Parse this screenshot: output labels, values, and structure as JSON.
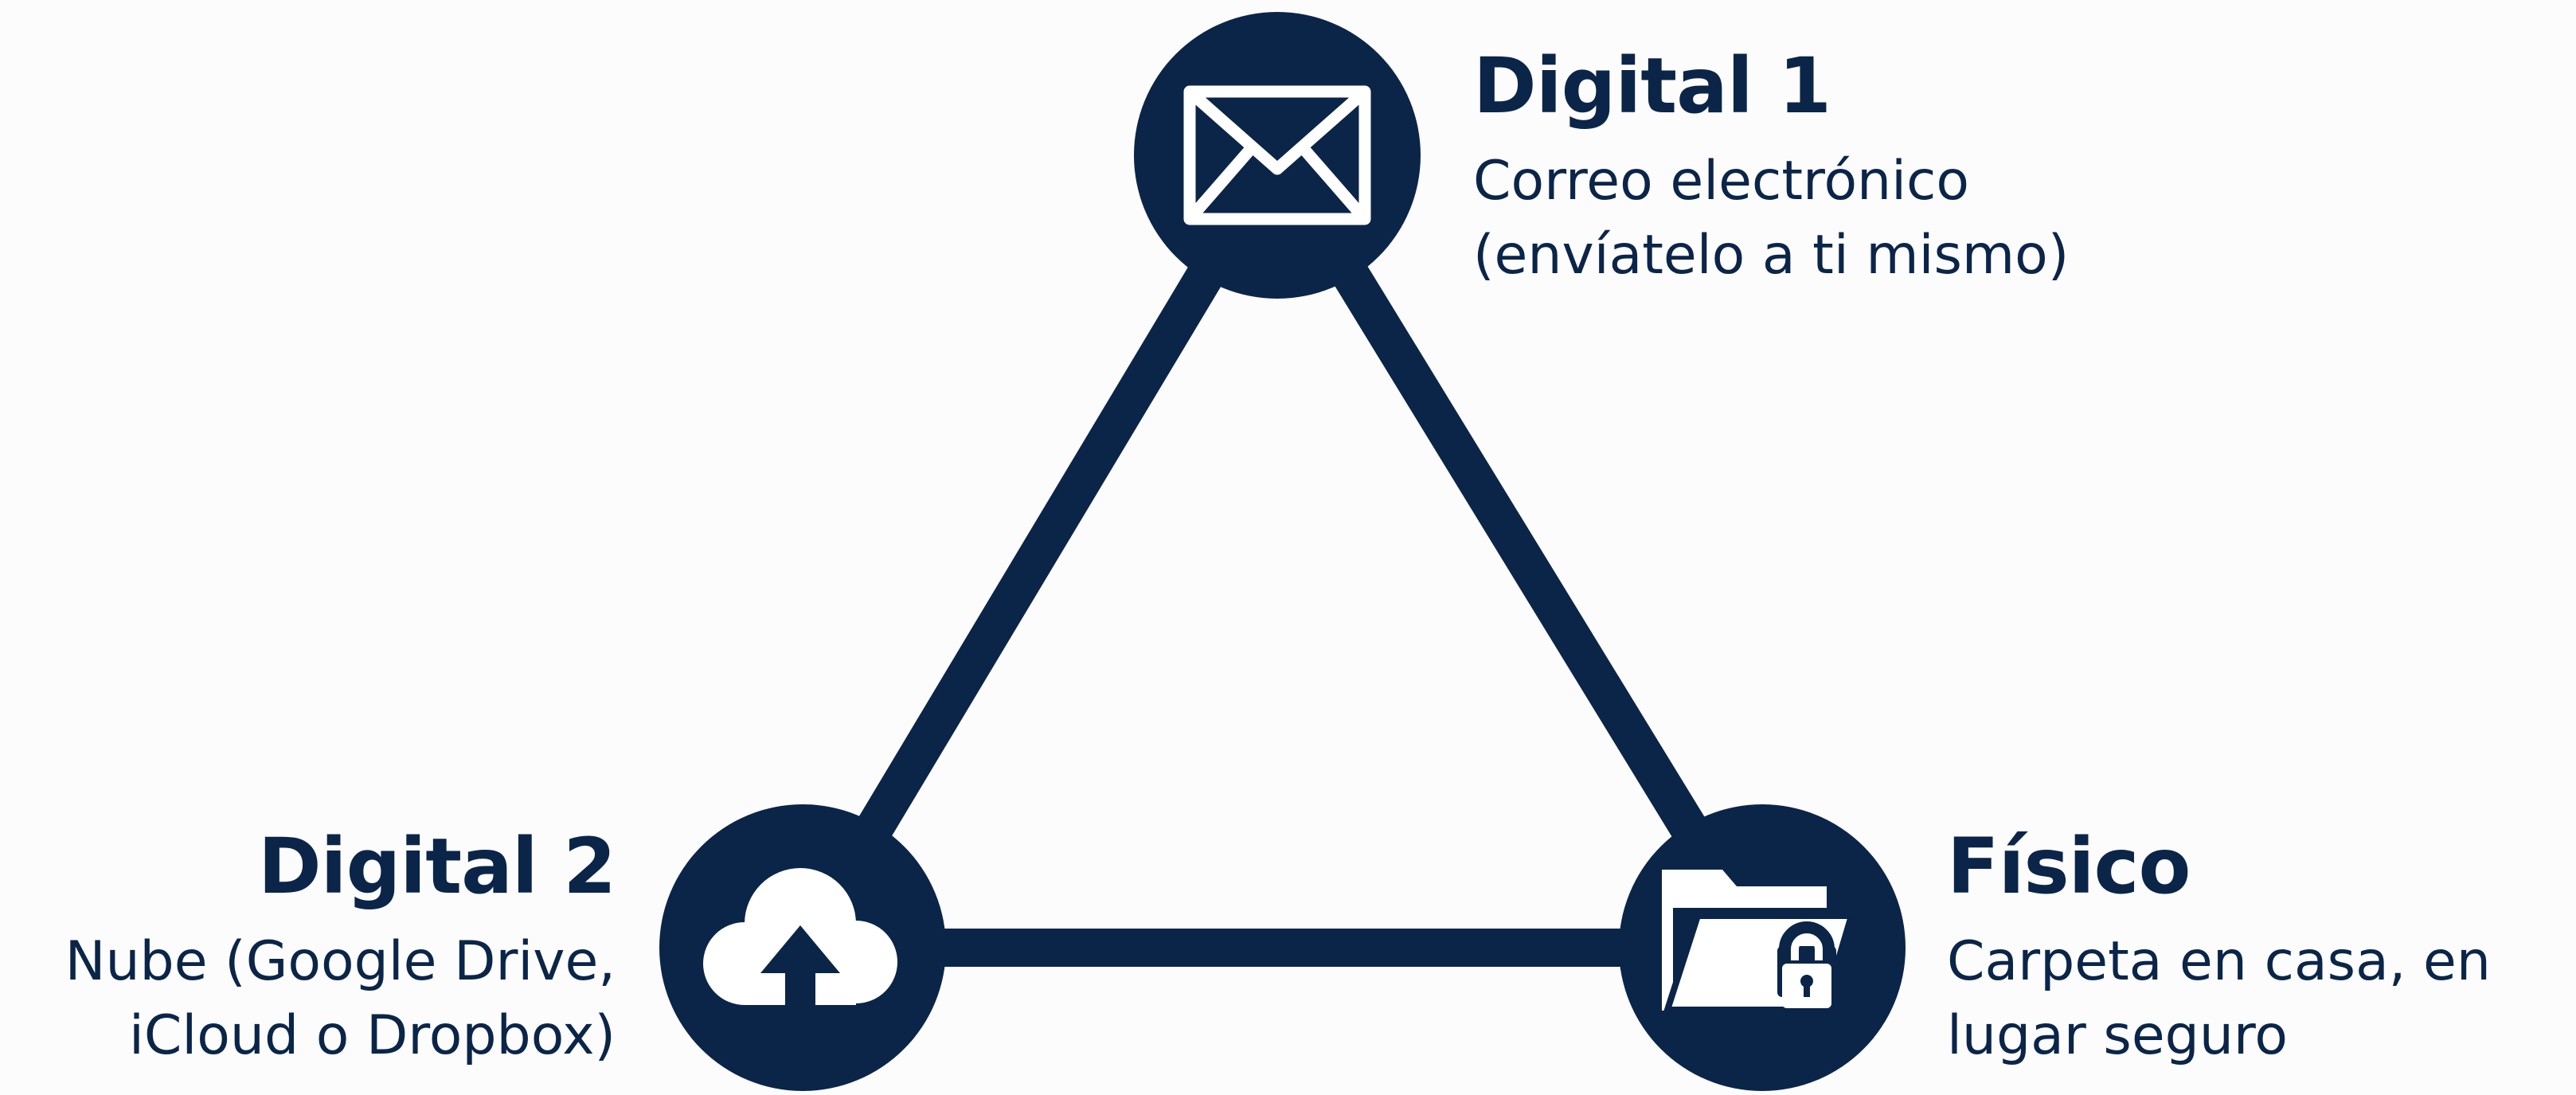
{
  "colors": {
    "primary": "#0b2549",
    "icon": "#ffffff",
    "background": "#fcfcfc"
  },
  "nodes": {
    "digital1": {
      "icon": "envelope-icon",
      "title": "Digital 1",
      "line1": "Correo electrónico",
      "line2": "(envíatelo a ti mismo)"
    },
    "digital2": {
      "icon": "cloud-upload-icon",
      "title": "Digital 2",
      "line1": "Nube (Google Drive,",
      "line2": "iCloud o Dropbox)"
    },
    "fisico": {
      "icon": "folder-lock-icon",
      "title": "Físico",
      "line1": "Carpeta en casa, en",
      "line2": "lugar seguro"
    }
  }
}
